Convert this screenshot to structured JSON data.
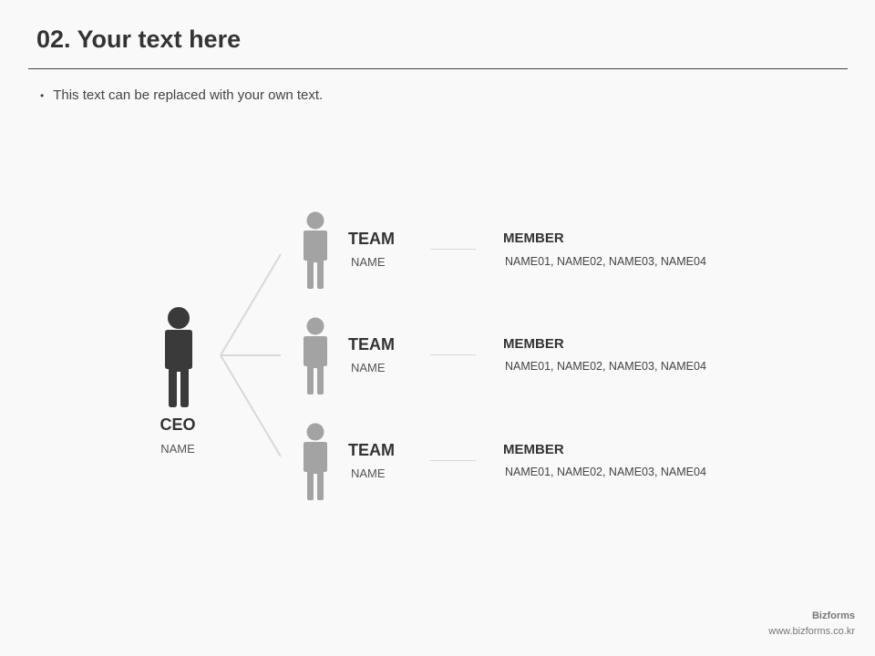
{
  "title": "02. Your text here",
  "bullet": "This text can be replaced with your own text.",
  "ceo": {
    "title": "CEO",
    "name": "NAME"
  },
  "teams": [
    {
      "title": "TEAM",
      "name": "NAME",
      "member_label": "MEMBER",
      "members": "NAME01,  NAME02,  NAME03,  NAME04"
    },
    {
      "title": "TEAM",
      "name": "NAME",
      "member_label": "MEMBER",
      "members": "NAME01,  NAME02,  NAME03,  NAME04"
    },
    {
      "title": "TEAM",
      "name": "NAME",
      "member_label": "MEMBER",
      "members": "NAME01,  NAME02,  NAME03,  NAME04"
    }
  ],
  "footer": {
    "brand": "Bizforms",
    "url": "www.bizforms.co.kr"
  },
  "colors": {
    "ceo_figure": "#3a3a3a",
    "team_figure": "#a3a3a3",
    "connector": "#d8d8d8"
  },
  "icons": {
    "ceo": "person-icon",
    "team": "person-icon"
  }
}
